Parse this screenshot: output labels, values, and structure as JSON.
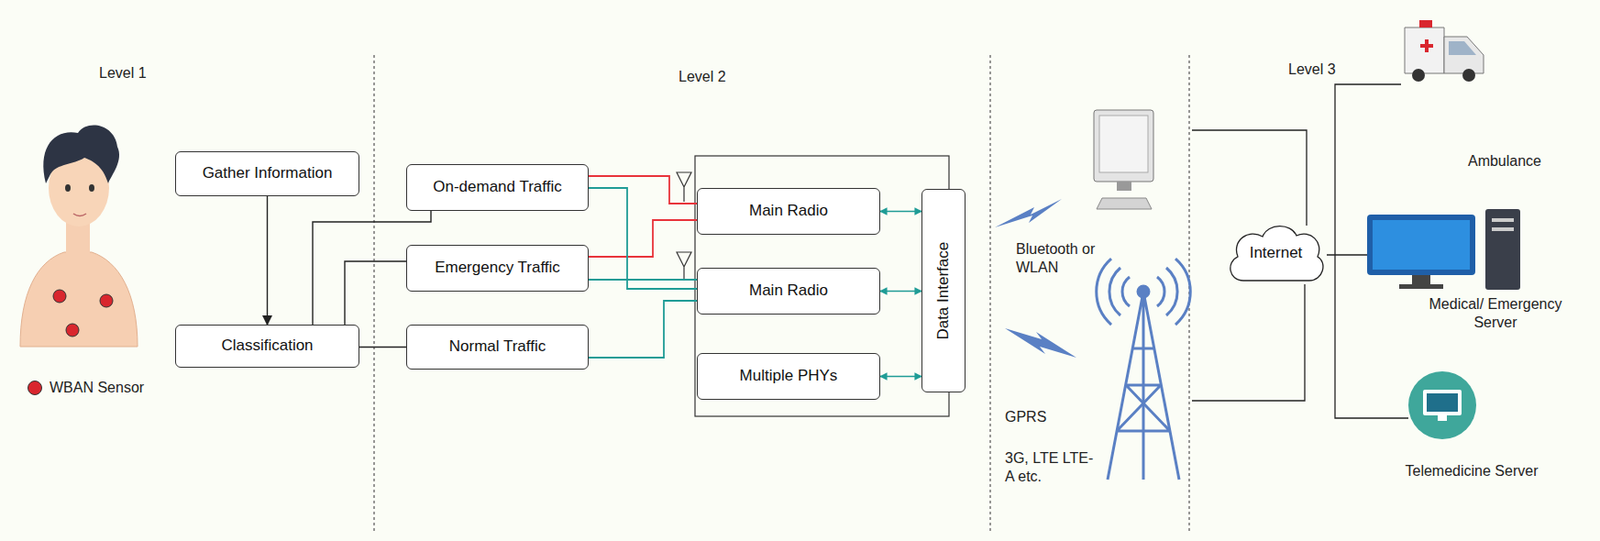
{
  "diagram": {
    "nodes": [
      {
        "text": [
          "Gather Information"
        ]
      },
      {
        "text": [
          "Classification"
        ]
      },
      {
        "text": [
          "On-demand Traffic"
        ]
      },
      {
        "text": [
          "Emergency Traffic"
        ]
      },
      {
        "text": [
          "Normal Traffic"
        ]
      },
      {
        "text": [
          "Main Radio"
        ]
      },
      {
        "text": [
          "Main Radio"
        ]
      },
      {
        "text": [
          "Multiple PHYs"
        ]
      },
      {
        "text": [
          "Data Interface"
        ]
      },
      {
        "text": [
          "Internet"
        ]
      }
    ],
    "edges": [
      {
        "from": 0,
        "to": 1,
        "arrow": "to"
      },
      {
        "from": 1,
        "to": 2,
        "arrow": "none"
      },
      {
        "from": 1,
        "to": 3,
        "arrow": "none"
      },
      {
        "from": 1,
        "to": 4,
        "arrow": "none"
      },
      {
        "from": 2,
        "to": 5,
        "arrow": "none"
      },
      {
        "from": 3,
        "to": 5,
        "arrow": "none"
      },
      {
        "from": 2,
        "to": 6,
        "arrow": "none"
      },
      {
        "from": 3,
        "to": 6,
        "arrow": "none"
      },
      {
        "from": 4,
        "to": 6,
        "arrow": "none"
      },
      {
        "from": 5,
        "to": 8,
        "arrow": "both"
      },
      {
        "from": 6,
        "to": 8,
        "arrow": "both"
      },
      {
        "from": 7,
        "to": 8,
        "arrow": "both"
      }
    ],
    "labels": [
      "Level 1",
      "Level 2",
      "Level 3",
      "Bluetooth or WLAN",
      "GPRS",
      "3G, LTE LTE-A etc.",
      "Ambulance",
      "Medical/ Emergency Server",
      "Telemedicine Server"
    ],
    "legend": [
      {
        "text": "WBAN Sensor",
        "color": "#d9262e"
      }
    ]
  }
}
